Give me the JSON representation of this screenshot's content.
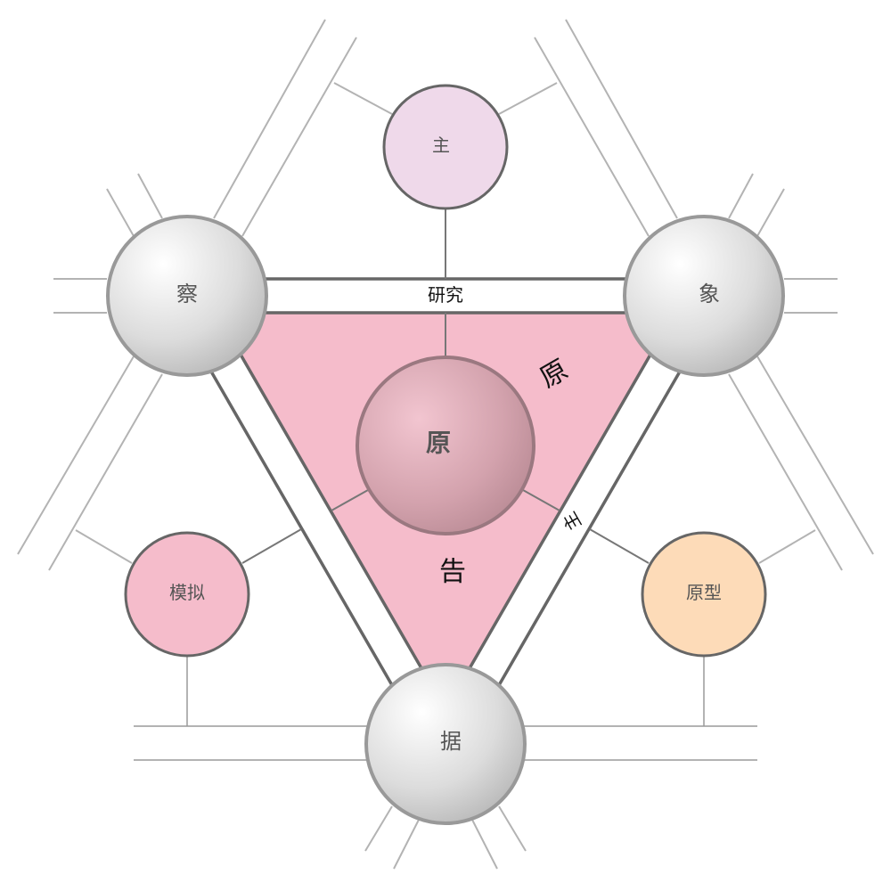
{
  "nodes": {
    "top": {
      "label": "主",
      "color": "#efd9ea"
    },
    "left": {
      "label": "察"
    },
    "right": {
      "label": "象"
    },
    "bottom": {
      "label": "据"
    },
    "center": {
      "label": "原"
    },
    "lower_left": {
      "label": "模拟",
      "color": "#f5bccb"
    },
    "lower_right": {
      "label": "原型",
      "color": "#fddbb8"
    }
  },
  "edge_labels": {
    "top_band": "研究",
    "upper_right": "原",
    "right_band": "主",
    "bottom_inner": "告"
  },
  "colors": {
    "triangle_fill": "#f5bccb",
    "edge": "#666666"
  }
}
